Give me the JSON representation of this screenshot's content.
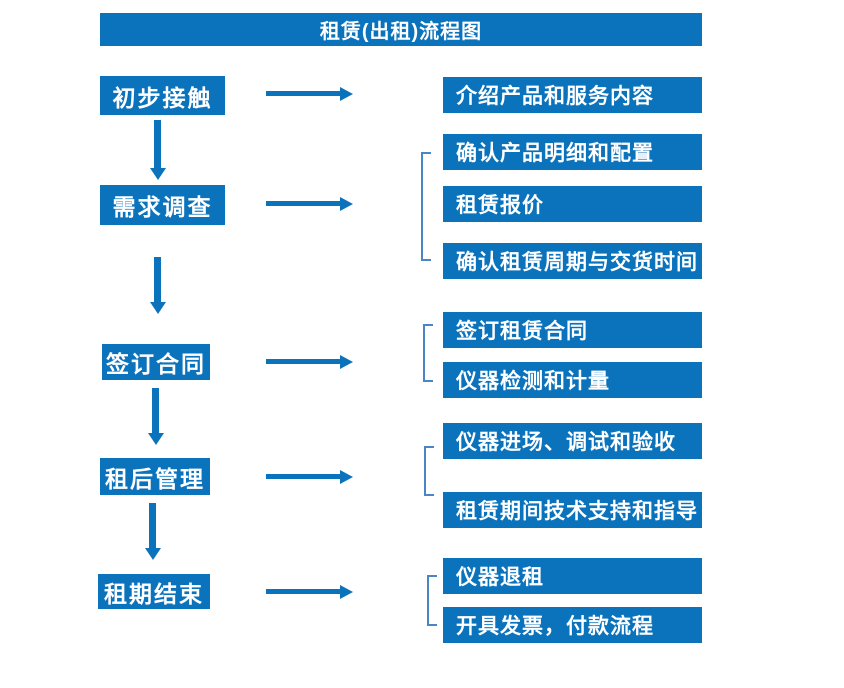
{
  "title": "租赁(出租)流程图",
  "colors": {
    "accent": "#0B72BC",
    "bracket": "#4A86C5",
    "text_on_accent": "#FFFFFF",
    "background": "#FFFFFF"
  },
  "stages": [
    {
      "label": "初步接触",
      "items": [
        "介绍产品和服务内容"
      ]
    },
    {
      "label": "需求调查",
      "items": [
        "确认产品明细和配置",
        "租赁报价",
        "确认租赁周期与交货时间"
      ]
    },
    {
      "label": "签订合同",
      "items": [
        "签订租赁合同",
        "仪器检测和计量"
      ]
    },
    {
      "label": "租后管理",
      "items": [
        "仪器进场、调试和验收",
        "租赁期间技术支持和指导"
      ]
    },
    {
      "label": "租期结束",
      "items": [
        "仪器退租",
        "开具发票，付款流程"
      ]
    }
  ]
}
